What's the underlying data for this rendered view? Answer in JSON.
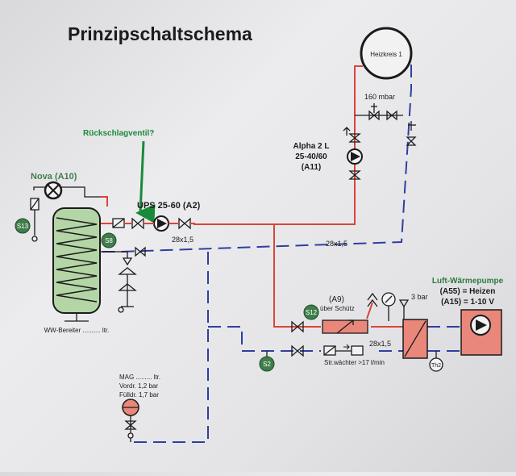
{
  "title": "Prinzipschaltschema",
  "heizkreis": {
    "label": "Heizkreis 1",
    "pressure": "160 mbar"
  },
  "pump_a11": {
    "line1": "Alpha 2 L",
    "line2": "25-40/60",
    "line3": "(A11)"
  },
  "annotation": {
    "text": "Rückschlagventil?",
    "color": "#1a8a3a"
  },
  "nova": {
    "label": "Nova (A10)"
  },
  "pump_a2": {
    "label": "UPS 25-60 (A2)"
  },
  "pipe_labels": {
    "upper": "28x1,5",
    "middle": "28x1,5",
    "lower": "28x1,5"
  },
  "sensors": {
    "s13": "S13",
    "s8": "S8",
    "s12": "S12",
    "s2": "S2",
    "th2": "Th2"
  },
  "storage": {
    "label": "WW-Bereiter .......... ltr."
  },
  "a9": {
    "label": "(A9)",
    "sub": "über Schütz"
  },
  "pressure_valve": {
    "label": "3 bar"
  },
  "heatpump": {
    "line1": "Luft-Wärmepumpe",
    "line2": "(A55) = Heizen",
    "line3": "(A15) = 1-10 V"
  },
  "flow_switch": {
    "label": "Str.wächter >17 l/min"
  },
  "mag": {
    "line1": "MAG ......... ltr.",
    "line2": "Vordr. 1,2 bar",
    "line3": "Fülldr. 1,7 bar"
  },
  "colors": {
    "supply": "#d9453a",
    "return": "#2e3f9e",
    "ink": "#1b1b1b",
    "sensor_green": "#3f7d4a",
    "tank_fill": "#b4d6a6",
    "component_fill": "#e8877a"
  }
}
